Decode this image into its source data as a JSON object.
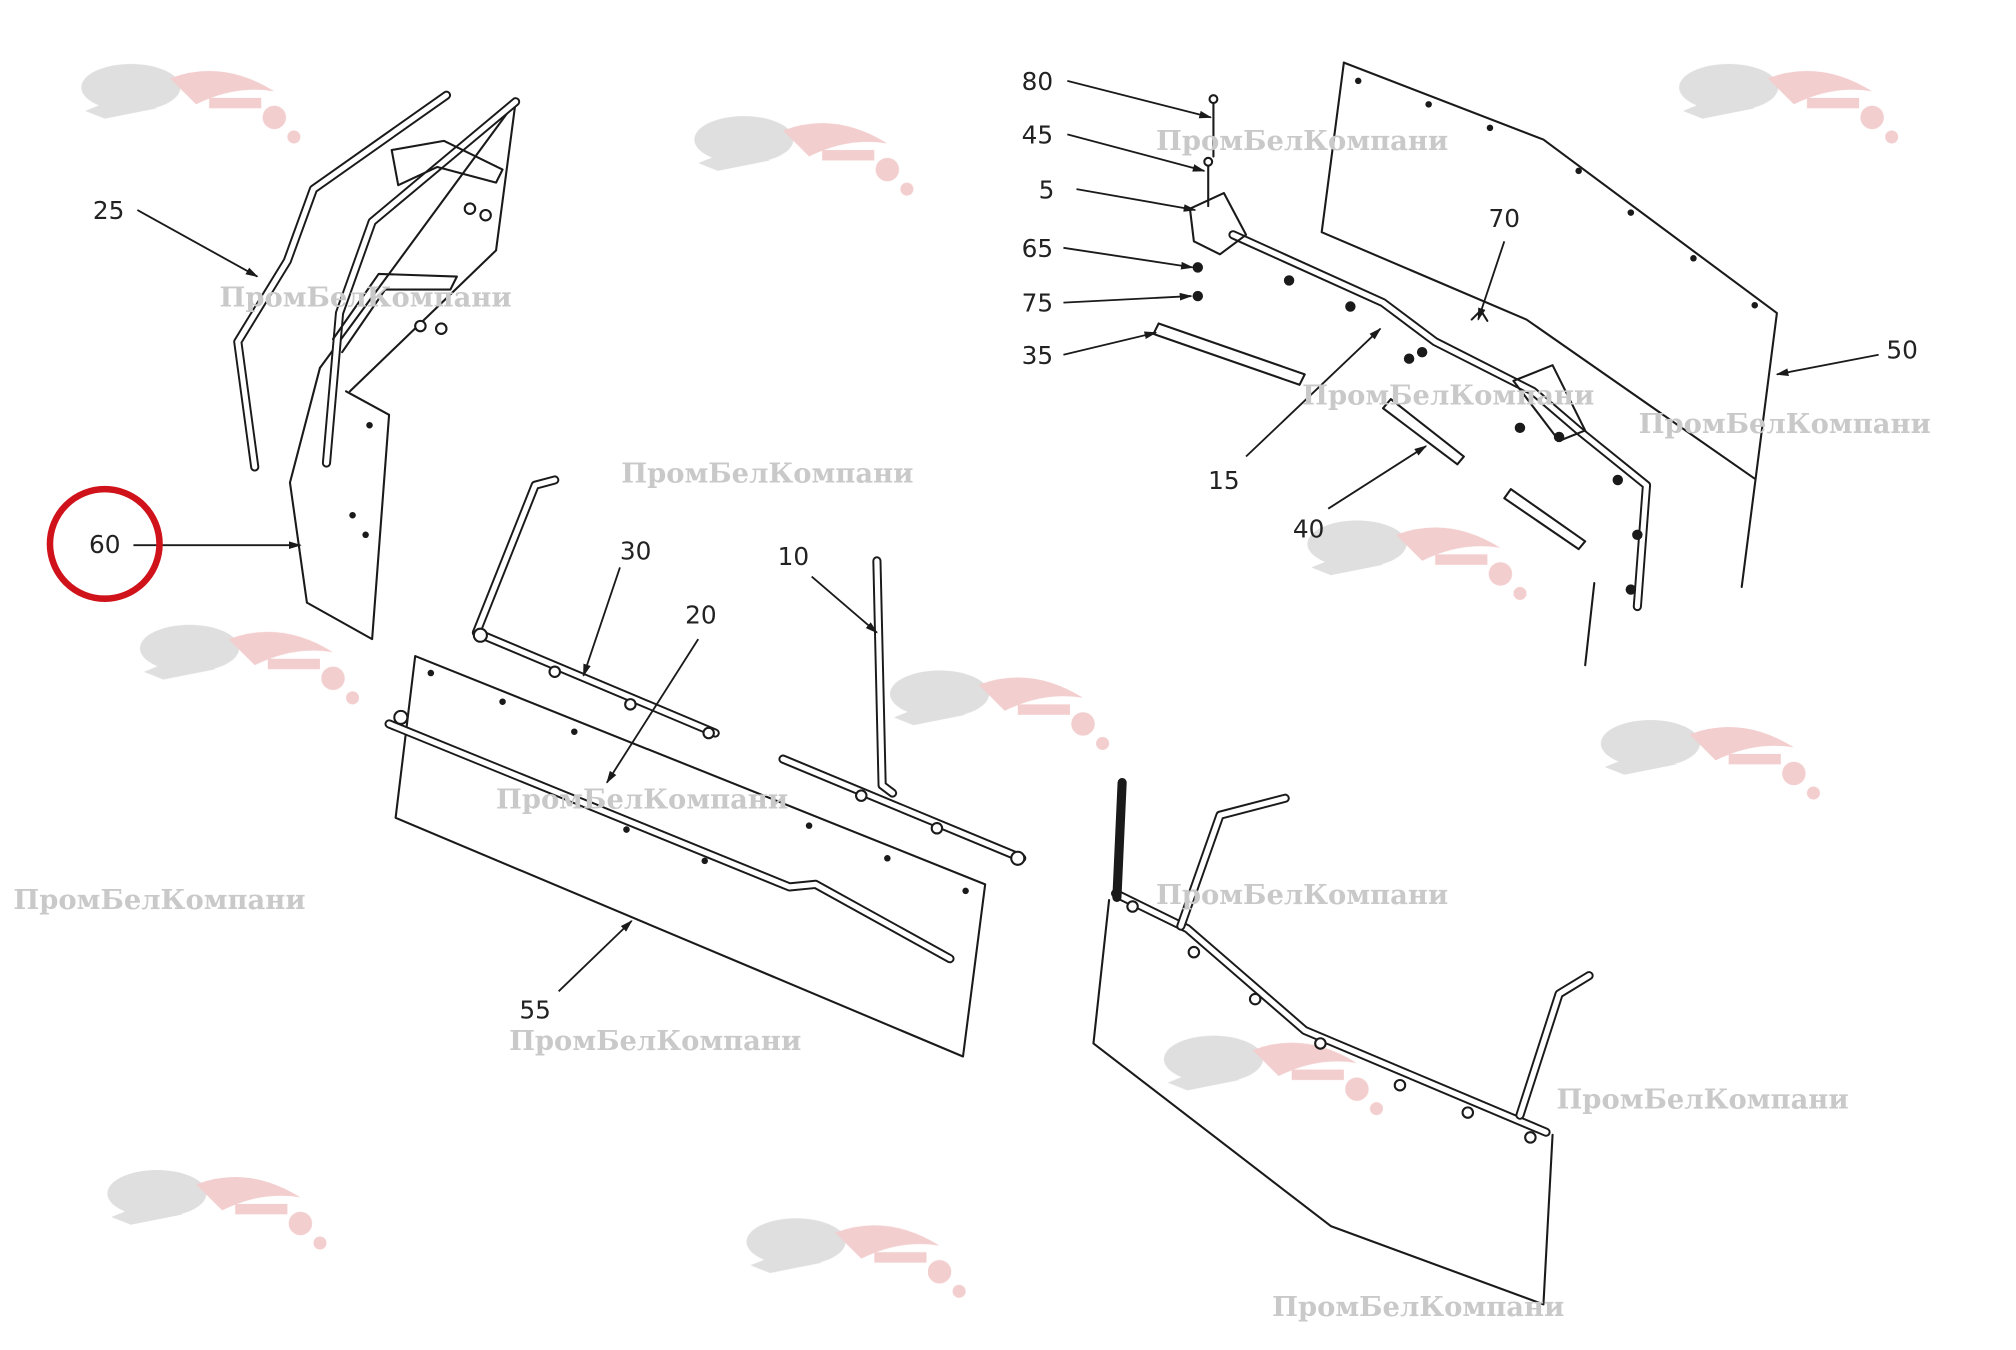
{
  "diagram": {
    "callouts": [
      {
        "id": "80",
        "text": "80"
      },
      {
        "id": "45",
        "text": "45"
      },
      {
        "id": "5",
        "text": "5"
      },
      {
        "id": "65",
        "text": "65"
      },
      {
        "id": "75",
        "text": "75"
      },
      {
        "id": "35",
        "text": "35"
      },
      {
        "id": "70",
        "text": "70"
      },
      {
        "id": "50",
        "text": "50"
      },
      {
        "id": "15",
        "text": "15"
      },
      {
        "id": "40",
        "text": "40"
      },
      {
        "id": "25",
        "text": "25"
      },
      {
        "id": "60",
        "text": "60"
      },
      {
        "id": "30",
        "text": "30"
      },
      {
        "id": "10",
        "text": "10"
      },
      {
        "id": "20",
        "text": "20"
      },
      {
        "id": "55",
        "text": "55"
      }
    ],
    "highlighted_callout": "60",
    "highlight_color": "#d0121b",
    "watermark_text": "ПромБелКомпани"
  }
}
